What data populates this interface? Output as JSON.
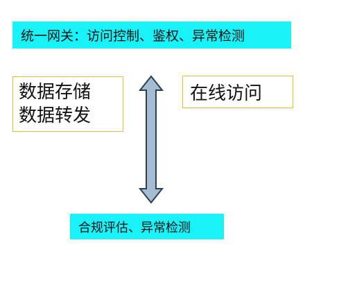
{
  "nodes": {
    "gateway": {
      "label": "统一网关：访问控制、鉴权、异常检测",
      "fill": "#19f2f8"
    },
    "storage": {
      "lines": [
        "数据存储",
        "数据转发"
      ],
      "border": "#e8b92a"
    },
    "online_access": {
      "label": "在线访问",
      "border": "#e8b92a"
    },
    "compliance": {
      "label": "合规评估、异常检测",
      "fill": "#19f2f8"
    }
  },
  "connector": {
    "type": "double-headed-arrow",
    "fill": "#a5bdd3",
    "stroke": "#2c3e50"
  }
}
